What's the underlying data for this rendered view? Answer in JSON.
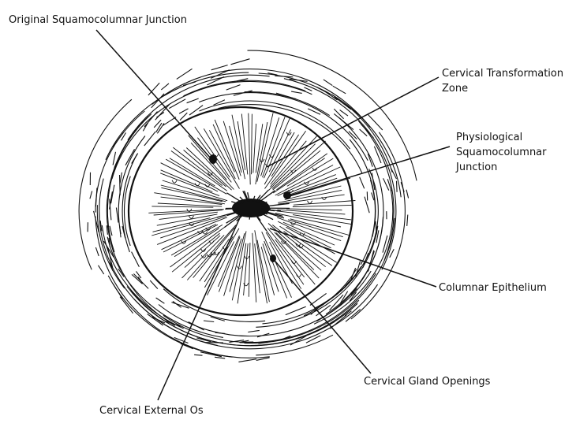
{
  "labels": {
    "original_sc_junction": "Original Squamocolumnar Junction",
    "transformation_zone_line1": "Cervical Transformation",
    "transformation_zone_line2": "Zone",
    "physiological_sc_line1": "Physiological",
    "physiological_sc_line2": "Squamocolumnar",
    "physiological_sc_line3": "Junction",
    "columnar_epithelium": "Columnar Epithelium",
    "gland_openings": "Cervical Gland Openings",
    "external_os": "Cervical External Os"
  },
  "colors": {
    "ink": "#111111",
    "background": "#ffffff"
  }
}
